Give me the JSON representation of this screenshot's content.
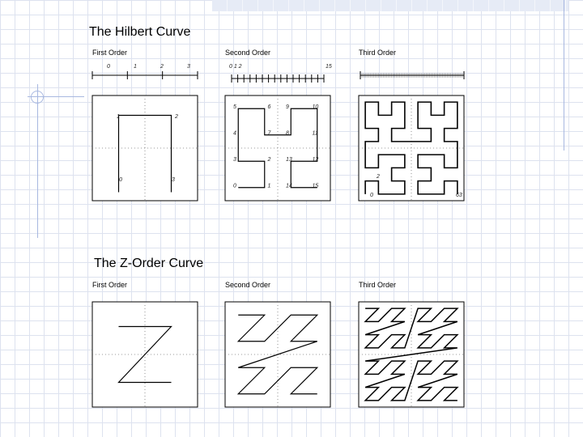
{
  "hilbert": {
    "title": "The Hilbert Curve",
    "panels": [
      {
        "label": "First Order",
        "ruler_labels": [
          "0",
          "1",
          "2",
          "3"
        ],
        "cell_labels": [
          "1",
          "2",
          "0",
          "3"
        ]
      },
      {
        "label": "Second Order",
        "ruler_labels": [
          "0 1 2",
          "15"
        ],
        "cell_labels": [
          "5",
          "6",
          "9",
          "10",
          "4",
          "7",
          "8",
          "11",
          "3",
          "2",
          "13",
          "12",
          "0",
          "1",
          "14",
          "15"
        ]
      },
      {
        "label": "Third Order",
        "ruler_labels": [],
        "cell_labels": [
          "2",
          "0",
          "63"
        ]
      }
    ]
  },
  "zorder": {
    "title": "The Z-Order Curve",
    "panels": [
      {
        "label": "First Order"
      },
      {
        "label": "Second Order"
      },
      {
        "label": "Third Order"
      }
    ]
  },
  "colors": {
    "accent": "#a8b8e0",
    "background_grid": "#dde2ef"
  }
}
